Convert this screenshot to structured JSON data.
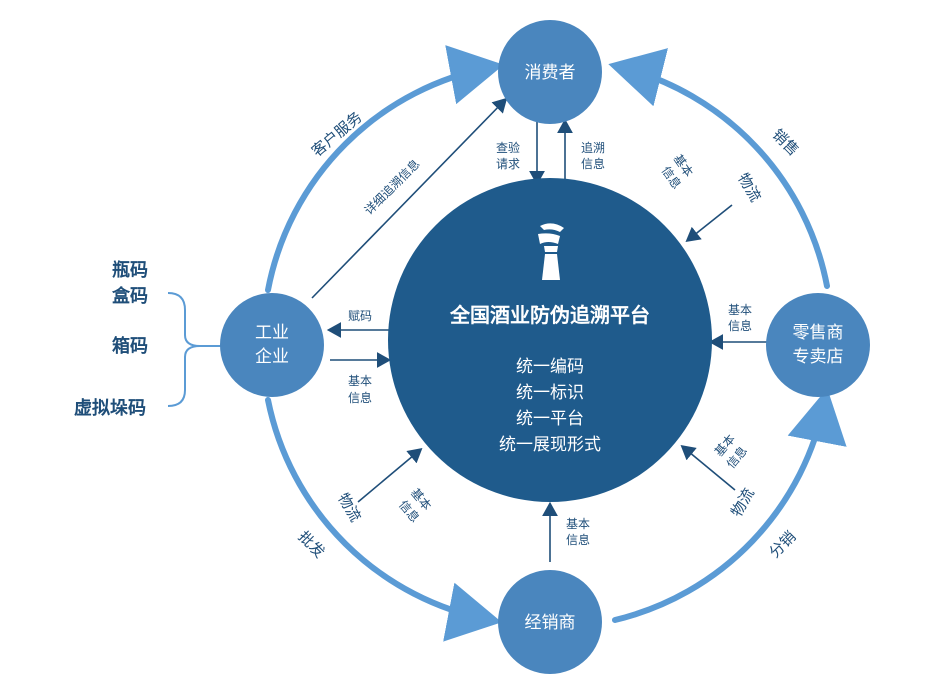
{
  "hub": {
    "title": "全国酒业防伪追溯平台",
    "items": [
      "统一编码",
      "统一标识",
      "统一平台",
      "统一展现形式"
    ]
  },
  "nodes": {
    "consumer": "消费者",
    "enterprise": [
      "工业",
      "企业"
    ],
    "retail": [
      "零售商",
      "专卖店"
    ],
    "distributor": "经销商"
  },
  "ring_labels": {
    "customer_service": "客户服务",
    "sales": "销售",
    "wholesale": "批发",
    "distribution": "分销"
  },
  "logistics_labels": {
    "top_right": "物流",
    "bottom_left": "物流",
    "bottom_right": "物流"
  },
  "flow_labels": {
    "detail_trace": "详细追溯信息",
    "verify_request": [
      "查验",
      "请求"
    ],
    "trace_info": [
      "追溯",
      "信息"
    ],
    "basic_info": [
      "基本",
      "信息"
    ],
    "assign_code": "赋码"
  },
  "code_types": [
    "瓶码",
    "盒码",
    "箱码",
    "虚拟垛码"
  ],
  "colors": {
    "ring": "#5b9bd5",
    "node": "#4a86be",
    "hub": "#1f5b8c",
    "arrow": "#1f4e79",
    "text": "#1f4e79"
  }
}
